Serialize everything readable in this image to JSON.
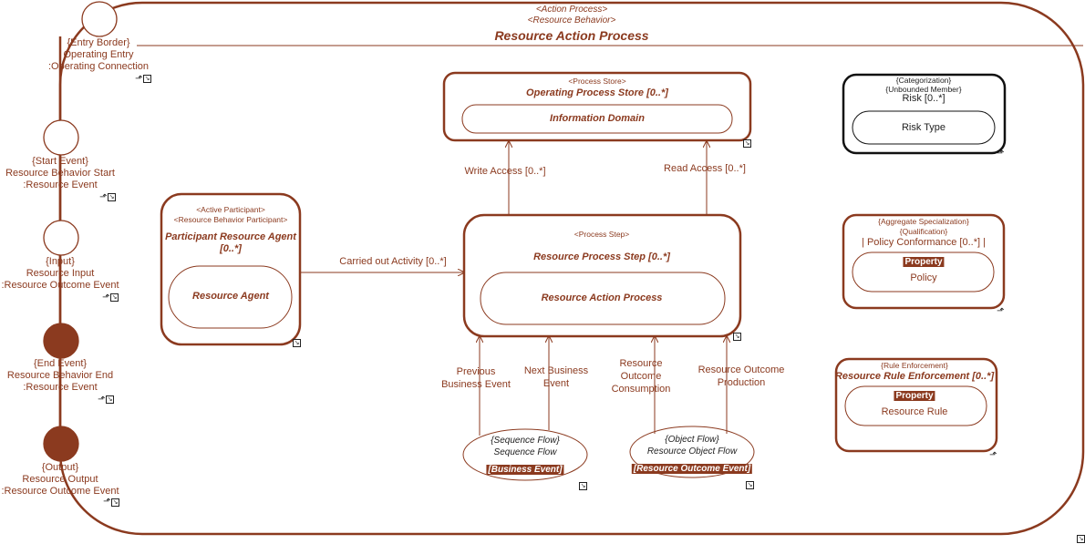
{
  "process": {
    "stereotype1": "<Action Process>",
    "stereotype2": "<Resource Behavior>",
    "title": "Resource Action Process"
  },
  "ports": [
    {
      "kind": "{Entry Border}",
      "name": "Operating Entry",
      "type": ":Operating Connection",
      "filled": false
    },
    {
      "kind": "{Start Event}",
      "name": "Resource Behavior Start",
      "type": ":Resource Event",
      "filled": false
    },
    {
      "kind": "{Input}",
      "name": "Resource Input",
      "type": ":Resource Outcome Event",
      "filled": false
    },
    {
      "kind": "{End Event}",
      "name": "Resource Behavior End",
      "type": ":Resource Event",
      "filled": true
    },
    {
      "kind": "{Output}",
      "name": "Resource Output",
      "type": ":Resource Outcome Event",
      "filled": true
    }
  ],
  "participant": {
    "stereotype1": "<Active Participant>",
    "stereotype2": "<Resource Behavior Participant>",
    "title": "Participant Resource Agent",
    "multiplicity": "[0..*]",
    "inner": "Resource Agent"
  },
  "store": {
    "stereotype": "<Process Store>",
    "title": "Operating Process Store [0..*]",
    "inner": "Information Domain"
  },
  "step": {
    "stereotype": "<Process Step>",
    "title": "Resource Process Step [0..*]",
    "inner": "Resource Action Process"
  },
  "edges": {
    "carried_out": "Carried out Activity [0..*]",
    "write_access": "Write Access [0..*]",
    "read_access": "Read Access [0..*]",
    "previous_event_1": "Previous",
    "previous_event_2": "Business Event",
    "next_event_1": "Next Business",
    "next_event_2": "Event",
    "consumption_1": "Resource",
    "consumption_2": "Outcome",
    "consumption_3": "Consumption",
    "production_1": "Resource Outcome",
    "production_2": "Production"
  },
  "sequence_flow": {
    "stereotype": "{Sequence Flow}",
    "name": "Sequence Flow",
    "tag": "[Business Event]"
  },
  "object_flow": {
    "stereotype": "{Object Flow}",
    "name": "Resource Object Flow",
    "tag": "[Resource Outcome Event]"
  },
  "categorization": {
    "stereotype1": "{Categorization}",
    "stereotype2": "{Unbounded Member}",
    "title": "Risk [0..*]",
    "inner": "Risk Type"
  },
  "qualification": {
    "stereotype1": "{Aggregate Specialization}",
    "stereotype2": "{Qualification}",
    "title": "| Policy Conformance [0..*] |",
    "tag": "Property",
    "inner": "Policy"
  },
  "rule": {
    "stereotype": "{Rule Enforcement}",
    "title": "Resource Rule Enforcement [0..*]",
    "tag": "Property",
    "inner": "Resource Rule"
  },
  "colors": {
    "accent": "#8b3a1f",
    "fill": "#8b3a1f",
    "black": "#111111",
    "background": "#ffffff"
  }
}
